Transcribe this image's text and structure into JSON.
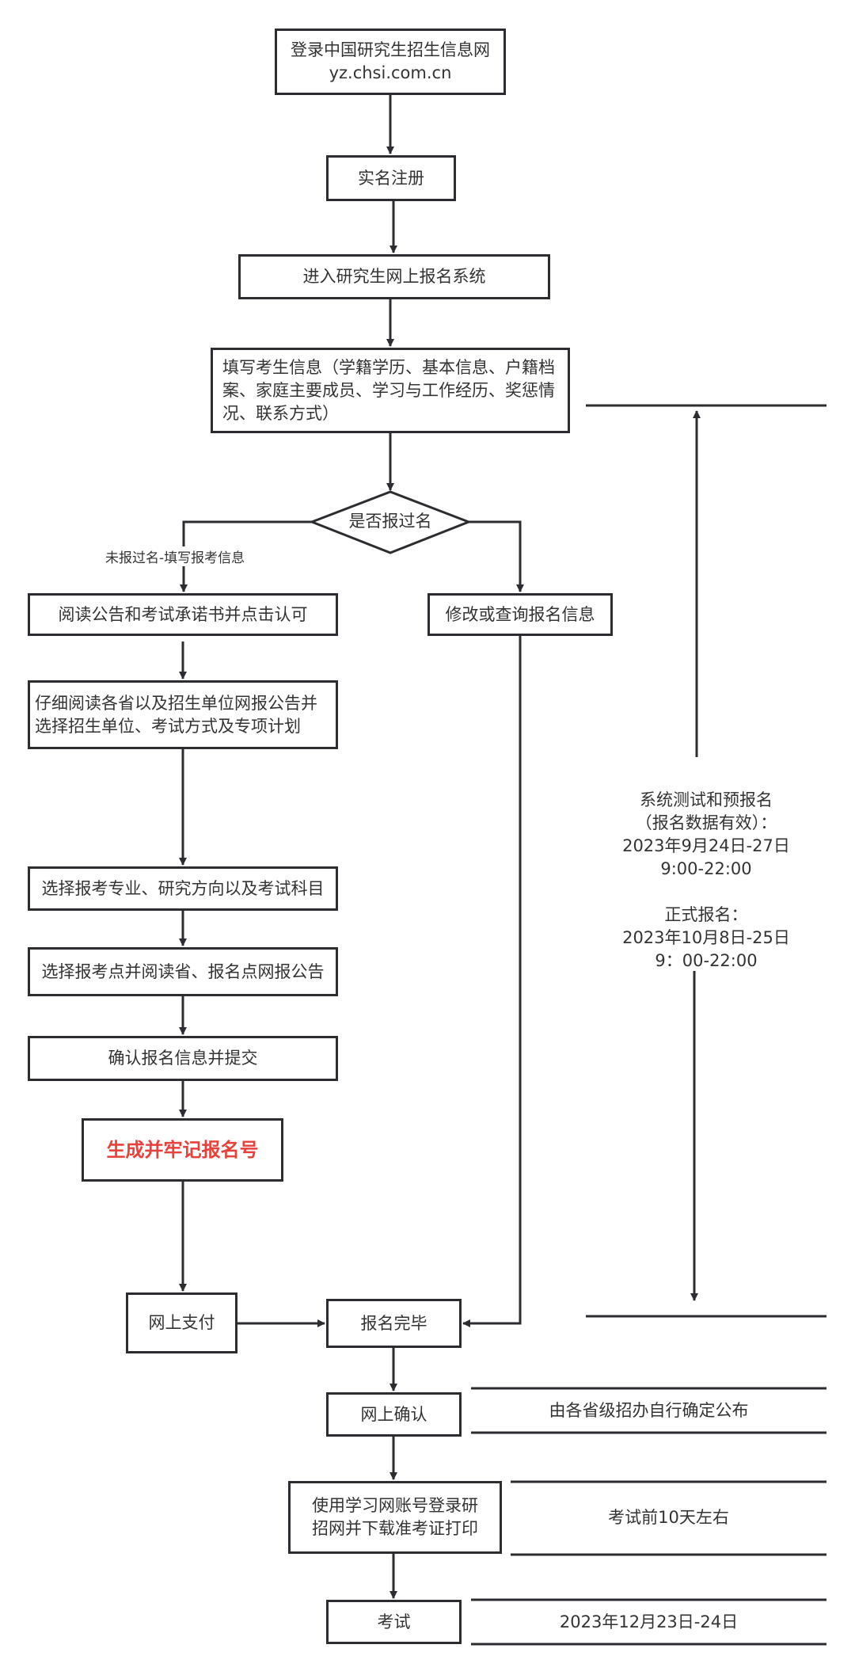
{
  "colors": {
    "stroke": "#2b2d30",
    "text": "#333333",
    "highlight": "#e8413c"
  },
  "nodes": {
    "login": [
      "登录中国研究生招生信息网",
      "yz.chsi.com.cn"
    ],
    "register": "实名注册",
    "enter_system": "进入研究生网上报名系统",
    "fill_info": "填写考生信息（学籍学历、基本信息、户籍档案、家庭主要成员、学习与工作经历、奖惩情况、联系方式）",
    "decision": "是否报过名",
    "decision_no_label": "未报过名-填写报考信息",
    "read_notice": "阅读公告和考试承诺书并点击认可",
    "modify_query": "修改或查询报名信息",
    "read_units": "仔细阅读各省以及招生单位网报公告并选择招生单位、考试方式及专项计划",
    "select_major": "选择报考专业、研究方向以及考试科目",
    "select_site": "选择报考点并阅读省、报名点网报公告",
    "confirm_submit": "确认报名信息并提交",
    "generate_number": "生成并牢记报名号",
    "pay_online": "网上支付",
    "registration_done": "报名完毕",
    "online_confirm": "网上确认",
    "download_ticket": "使用学习网账号登录研招网并下载准考证打印",
    "exam": "考试"
  },
  "notes": {
    "registration_period": [
      "系统测试和预报名",
      "（报名数据有效）：",
      "2023年9月24日-27日",
      "9:00-22:00",
      "",
      "正式报名：",
      "2023年10月8日-25日",
      "9：00-22:00"
    ],
    "confirm_note": "由各省级招办自行确定公布",
    "ticket_note": "考试前10天左右",
    "exam_note": "2023年12月23日-24日"
  }
}
